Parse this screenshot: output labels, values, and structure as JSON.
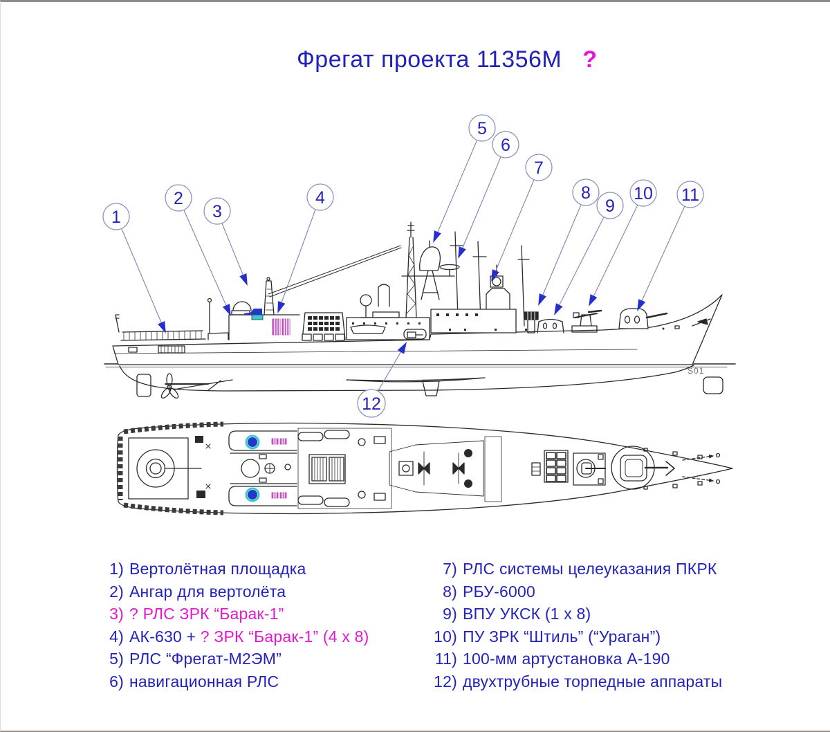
{
  "title": {
    "text": "Фрегат проекта 11356М",
    "question_mark": "?"
  },
  "colors": {
    "text_blue": "#2323ba",
    "magenta": "#e418ce",
    "arrow_blue": "#2530cc",
    "callout_circle_outline": "#9090c4",
    "drawing_line": "#2a2a2a",
    "vls_magenta_marker": "#c75cc7",
    "ak630_cyan_marker": "#3cc8cc",
    "ak630_blue_marker": "#2238c8"
  },
  "drawing": {
    "hull_marking": "S01",
    "views": [
      "side-profile",
      "deck-plan"
    ]
  },
  "callouts": [
    "1",
    "2",
    "3",
    "4",
    "5",
    "6",
    "7",
    "8",
    "9",
    "10",
    "11",
    "12"
  ],
  "legend": {
    "left": [
      {
        "num": "1)",
        "p1": "Вертолётная площадка",
        "p2": ""
      },
      {
        "num": "2)",
        "p1": "Ангар для вертолёта",
        "p2": ""
      },
      {
        "num": "3)",
        "p1": "? РЛС ЗРК “Барак-1”",
        "p2": ""
      },
      {
        "num": "4)",
        "p1": "АК-630 + ",
        "p2": "? ЗРК “Барак-1” (4 x 8)"
      },
      {
        "num": "5)",
        "p1": "РЛС “Фрегат-М2ЭМ”",
        "p2": ""
      },
      {
        "num": "6)",
        "p1": "навигационная РЛС",
        "p2": ""
      }
    ],
    "right": [
      {
        "num": "7)",
        "p1": "РЛС системы целеуказания ПКРК",
        "p2": ""
      },
      {
        "num": "8)",
        "p1": "РБУ-6000",
        "p2": ""
      },
      {
        "num": "9)",
        "p1": "ВПУ УКСК (1 x 8)",
        "p2": ""
      },
      {
        "num": "10)",
        "p1": "ПУ ЗРК “Штиль” (“Ураган”)",
        "p2": ""
      },
      {
        "num": "11)",
        "p1": "100-мм артустановка А-190",
        "p2": ""
      },
      {
        "num": "12)",
        "p1": "двухтрубные торпедные аппараты",
        "p2": ""
      }
    ]
  }
}
